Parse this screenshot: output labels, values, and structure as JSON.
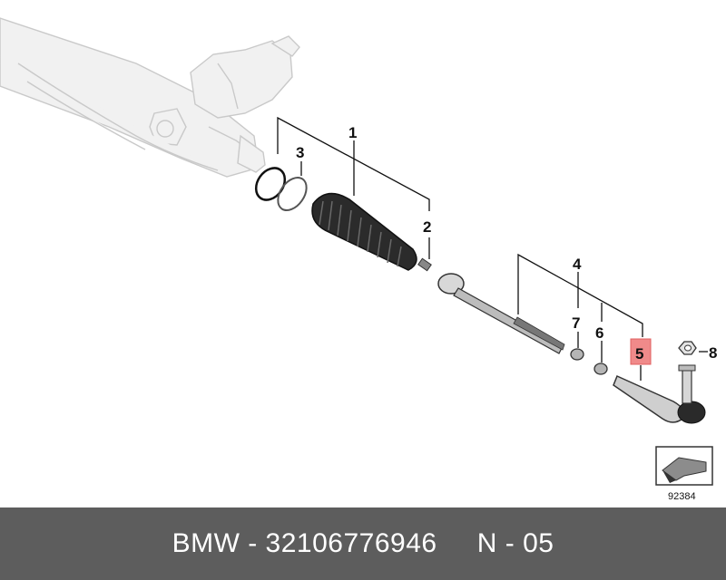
{
  "callouts": {
    "c1": "1",
    "c2": "2",
    "c3": "3",
    "c4": "4",
    "c5": "5",
    "c6": "6",
    "c7": "7",
    "c8": "8"
  },
  "highlight_color": "#f08a8a",
  "diagram_number": "92384",
  "footer": {
    "text": "BMW - 32106776946     N - 05"
  }
}
